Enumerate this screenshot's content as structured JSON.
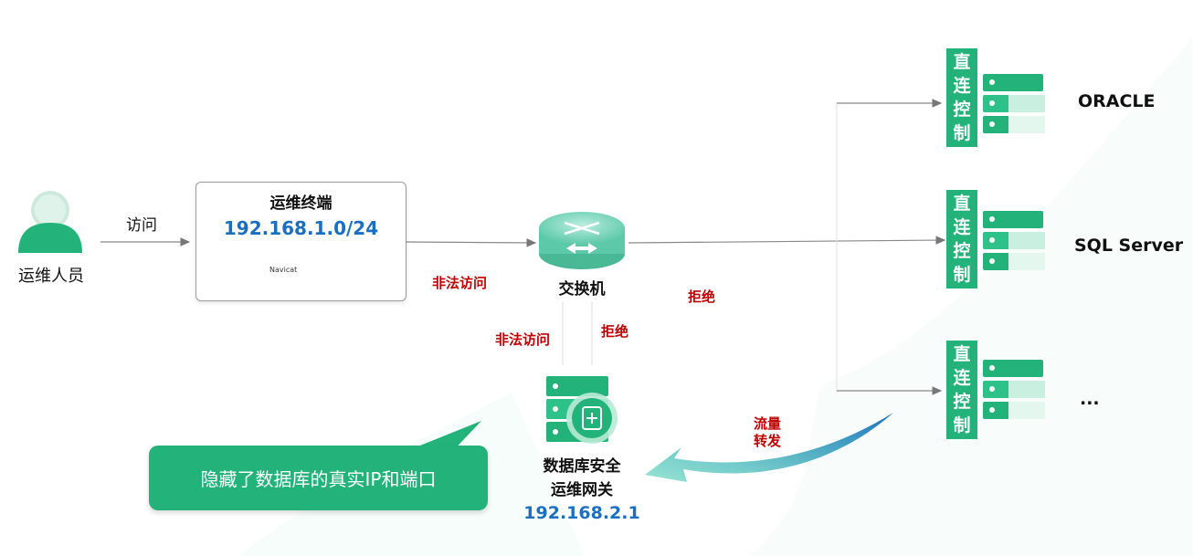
{
  "person": {
    "label": "运维人员"
  },
  "access": {
    "label": "访问"
  },
  "terminal": {
    "title": "运维终端",
    "ip": "192.168.1.0/24",
    "apps": [
      "Navicat"
    ]
  },
  "switch": {
    "label": "交换机"
  },
  "illegal_access_1": "非法访问",
  "illegal_access_2": "非法访问",
  "reject_1": "拒绝",
  "reject_2": "拒绝",
  "gateway": {
    "line1": "数据库安全",
    "line2": "运维网关",
    "ip": "192.168.2.1"
  },
  "databases": [
    {
      "tag": [
        "直",
        "连",
        "控",
        "制"
      ],
      "name": "ORACLE"
    },
    {
      "tag": [
        "直",
        "连",
        "控",
        "制"
      ],
      "name": "SQL Server"
    },
    {
      "tag": [
        "直",
        "连",
        "控",
        "制"
      ],
      "name": "..."
    }
  ],
  "flow": {
    "line1": "流量",
    "line2": "转发"
  },
  "callout": {
    "text": "隐藏了数据库的真实IP和端口"
  },
  "colors": {
    "green": "#23b37a",
    "blue": "#1a6fc0",
    "red": "#c00000"
  }
}
